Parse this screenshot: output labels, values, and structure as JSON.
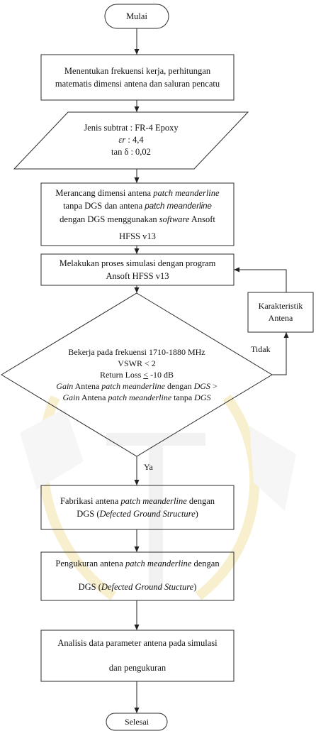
{
  "flowchart": {
    "start": "Mulai",
    "determine": {
      "line1": "Menentukan frekuensi kerja, perhitungan",
      "line2": "matematis dimensi antena dan saluran pencatu"
    },
    "substrate": {
      "line1": "Jenis subtrat : FR-4 Epoxy",
      "line2": [
        "εr",
        " : 4,4"
      ],
      "line3": "tan δ : 0,02"
    },
    "design": {
      "line1": [
        "Merancang dimensi antena ",
        "patch meanderline"
      ],
      "line2": [
        "tanpa DGS dan antena ",
        "patch meanderline"
      ],
      "line3": [
        "dengan DGS menggunakan ",
        "software",
        " Ansoft"
      ],
      "line4": "HFSS v13"
    },
    "simulate": {
      "line1": "Melakukan proses simulasi dengan program",
      "line2": "Ansoft HFSS v13"
    },
    "characteristics": {
      "line1": "Karakteristik",
      "line2": "Antena"
    },
    "decision": {
      "line1": "Bekerja pada frekuensi 1710-1880 MHz",
      "line2": "VSWR < 2",
      "line3": [
        "Return Loss ",
        "<",
        " -10 dB"
      ],
      "line4": [
        "Gain",
        " Antena ",
        "patch meanderline",
        " dengan ",
        "DGS",
        " >"
      ],
      "line5": [
        "Gain",
        " Antena ",
        "patch meanderline",
        " tanpa ",
        "DGS"
      ]
    },
    "no_label": "Tidak",
    "yes_label": "Ya",
    "fabricate": {
      "line1": [
        "Fabrikasi antena ",
        "patch meanderline",
        " dengan"
      ],
      "line2": [
        "DGS (",
        "Defected Ground Structure",
        ")"
      ]
    },
    "measure": {
      "line1": [
        "Pengukuran antena ",
        "patch meanderline",
        " dengan"
      ],
      "line2": [
        "DGS (",
        "Defected Ground Stucture",
        ")"
      ]
    },
    "analyze": {
      "line1": "Analisis data parameter antena pada simulasi",
      "line2": "dan pengukuran"
    },
    "end": "Selesai"
  }
}
